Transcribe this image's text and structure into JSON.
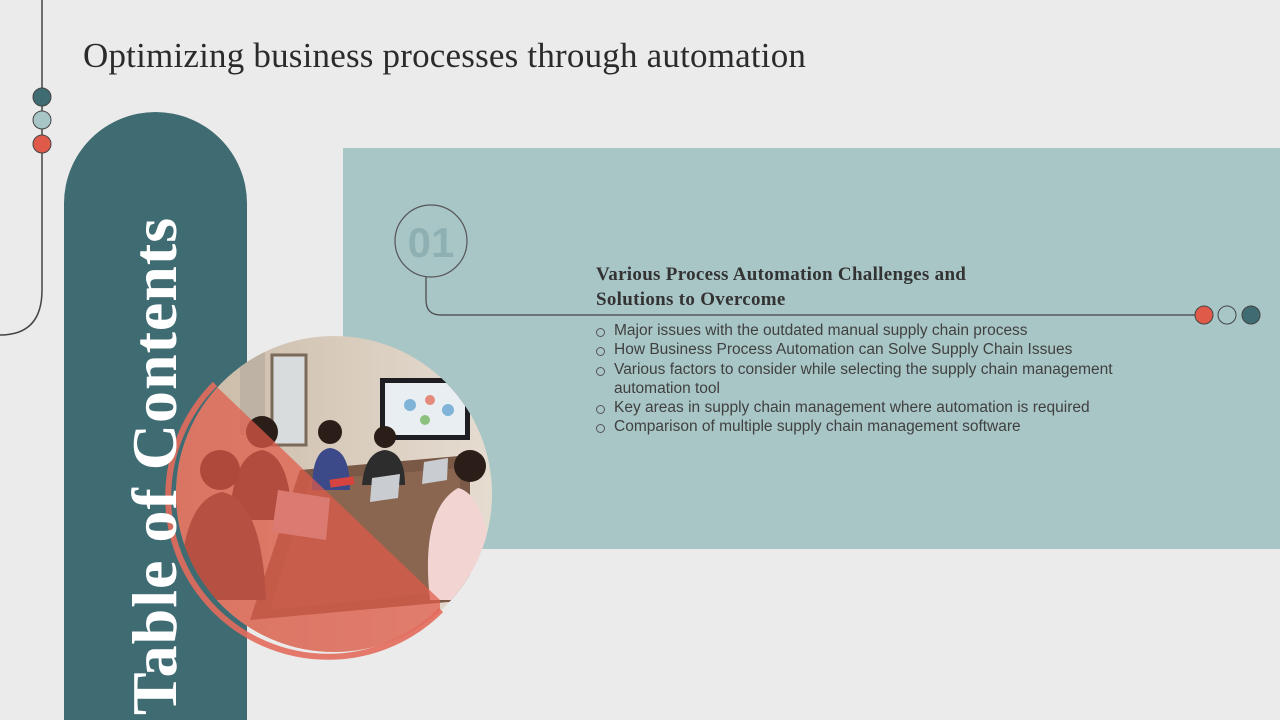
{
  "slide": {
    "title": "Optimizing business processes through automation",
    "toc_label": "Table of Contents"
  },
  "section": {
    "number": "01",
    "heading_line1": "Various Process Automation Challenges and",
    "heading_line2": "Solutions to Overcome",
    "bullets": [
      "Major issues with the outdated manual supply chain process",
      "How Business Process Automation can Solve Supply Chain Issues",
      "Various factors to consider while selecting the supply chain management automation tool",
      "Key areas in supply chain management where automation is required",
      "Comparison of multiple supply chain management software"
    ]
  },
  "colors": {
    "background": "#ebebeb",
    "teal_dark": "#3f6c73",
    "teal_light": "#a9c6c7",
    "coral": "#e05a4a",
    "text_dark": "#2b2b2b"
  },
  "icons": {
    "photo": "team-meeting-photo"
  }
}
